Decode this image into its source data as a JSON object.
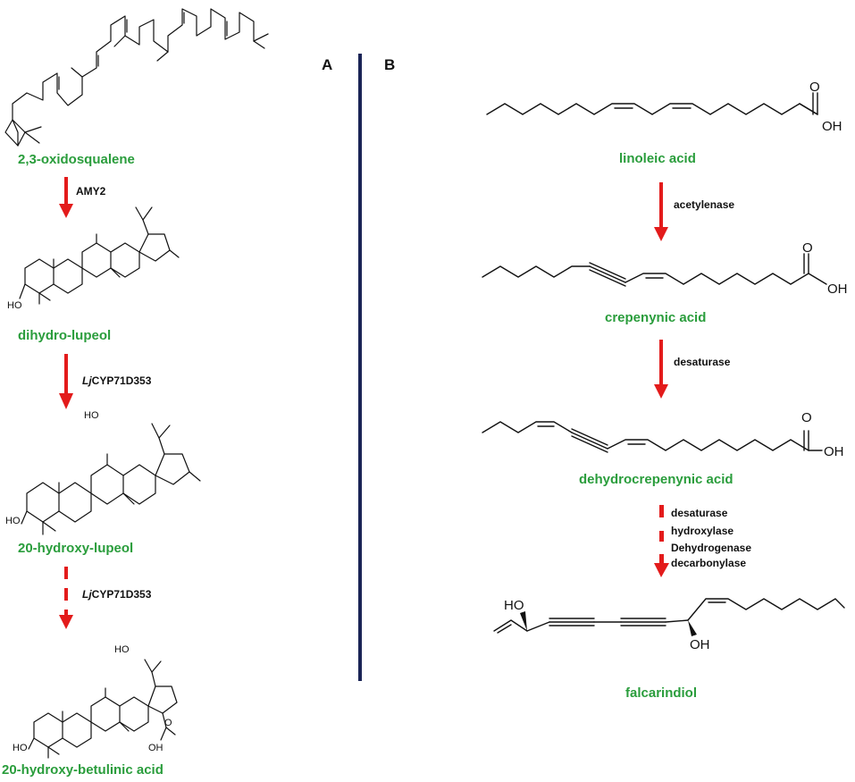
{
  "panels": {
    "left": "A",
    "right": "B"
  },
  "colors": {
    "compound": "#2a9d3c",
    "arrow": "#e31b1b",
    "divider": "#1a2456",
    "text": "#111111"
  },
  "pathway_a": {
    "compounds": [
      "2,3-oxidosqualene",
      "dihydro-lupeol",
      "20-hydroxy-lupeol",
      "20-hydroxy-betulinic acid"
    ],
    "enzymes": [
      {
        "label": "AMY2",
        "italic_prefix": ""
      },
      {
        "label": "CYP71D353",
        "italic_prefix": "Lj"
      },
      {
        "label": "CYP71D353",
        "italic_prefix": "Lj"
      }
    ],
    "arrow_styles": [
      "solid",
      "solid",
      "dashed"
    ]
  },
  "pathway_b": {
    "compounds": [
      "linoleic acid",
      "crepenynic acid",
      "dehydrocrepenynic acid",
      "falcarindiol"
    ],
    "enzymes": [
      {
        "label": "acetylenase"
      },
      {
        "label": "desaturase"
      },
      {
        "label": "desaturase"
      },
      {
        "label": "hydroxylase"
      },
      {
        "label": "Dehydrogenase"
      },
      {
        "label": "decarbonylase"
      }
    ],
    "arrow_styles": [
      "solid",
      "solid",
      "dashed"
    ]
  },
  "atom_labels": {
    "oh": "OH",
    "ho": "HO",
    "o": "O"
  }
}
